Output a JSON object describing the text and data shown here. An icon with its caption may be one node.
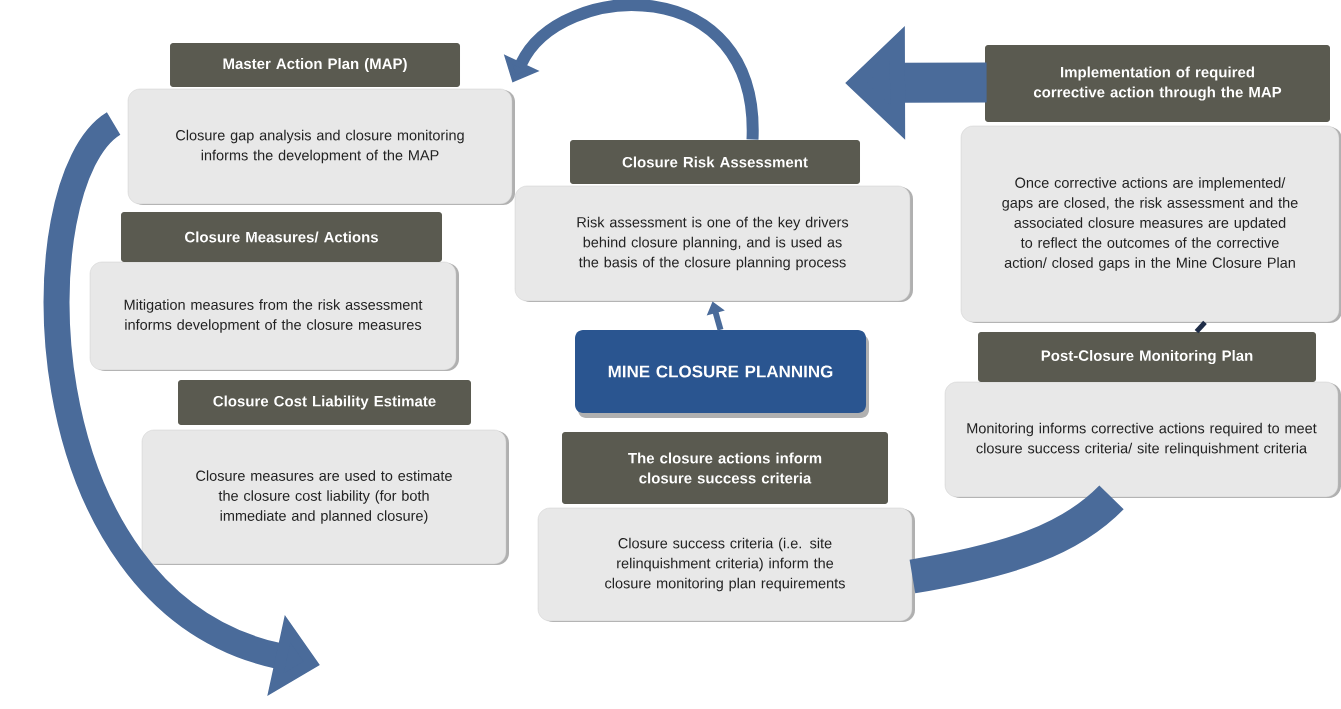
{
  "diagram": {
    "nodes": [
      {
        "text": [
          "Master Action Plan (MAP)",
          "Closure gap analysis and closure monitoring informs the development of the MAP"
        ]
      },
      {
        "text": [
          "Closure Risk Assessment",
          "Risk assessment is one of the key drivers behind closure planning, and is used as the basis of the closure planning process"
        ]
      },
      {
        "text": [
          "Implementation of required corrective action through the MAP",
          "Once corrective actions are implemented/ gaps are closed, the risk assessment and the associated closure measures are updated to reflect the outcomes of the corrective action/ closed gaps in the Mine Closure Plan"
        ]
      },
      {
        "text": [
          "Closure Measures/ Actions",
          "Mitigation measures from the risk assessment informs development of the closure measures"
        ]
      },
      {
        "text": [
          "MINE CLOSURE PLANNING"
        ]
      },
      {
        "text": [
          "Post-Closure Monitoring Plan",
          "Monitoring informs corrective actions required to meet closure success criteria/ site relinquishment criteria"
        ]
      },
      {
        "text": [
          "Closure Cost Liability Estimate",
          "Closure measures are used to estimate the closure cost liability (for both immediate and planned closure)"
        ]
      },
      {
        "text": [
          "The closure actions inform closure success criteria",
          "Closure success criteria (i.e. site relinquishment criteria) inform the closure monitoring plan requirements"
        ]
      }
    ],
    "edges": [
      {
        "from": 0,
        "to": null,
        "arrow": "to",
        "style": "thick"
      },
      {
        "from": 1,
        "to": 0,
        "arrow": "to"
      },
      {
        "from": 4,
        "to": 1,
        "arrow": "to"
      },
      {
        "from": 7,
        "to": 5,
        "arrow": "none",
        "style": "thick"
      },
      {
        "from": 5,
        "to": 2,
        "arrow": "none",
        "color": "#1f2d48"
      },
      {
        "from": 2,
        "to": null,
        "arrow": "to",
        "style": "thick"
      }
    ]
  }
}
